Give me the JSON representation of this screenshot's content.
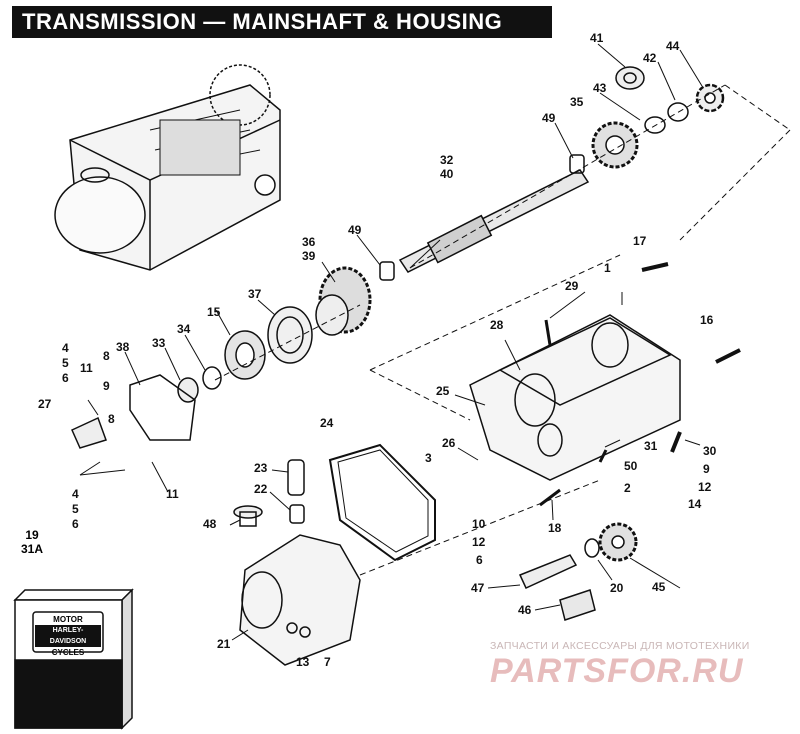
{
  "title": "TRANSMISSION — MAINSHAFT & HOUSING",
  "callouts": [
    {
      "id": "c41",
      "text": "41"
    },
    {
      "id": "c42",
      "text": "42"
    },
    {
      "id": "c44",
      "text": "44"
    },
    {
      "id": "c43",
      "text": "43"
    },
    {
      "id": "c35",
      "text": "35"
    },
    {
      "id": "c49a",
      "text": "49"
    },
    {
      "id": "c32",
      "text": "32"
    },
    {
      "id": "c40",
      "text": "40"
    },
    {
      "id": "c49b",
      "text": "49"
    },
    {
      "id": "c36",
      "text": "36"
    },
    {
      "id": "c39",
      "text": "39"
    },
    {
      "id": "c17",
      "text": "17"
    },
    {
      "id": "c1",
      "text": "1"
    },
    {
      "id": "c29",
      "text": "29"
    },
    {
      "id": "c37",
      "text": "37"
    },
    {
      "id": "c15",
      "text": "15"
    },
    {
      "id": "c34",
      "text": "34"
    },
    {
      "id": "c33",
      "text": "33"
    },
    {
      "id": "c38",
      "text": "38"
    },
    {
      "id": "c4a",
      "text": "4"
    },
    {
      "id": "c5a",
      "text": "5"
    },
    {
      "id": "c6a",
      "text": "6"
    },
    {
      "id": "c11a",
      "text": "11"
    },
    {
      "id": "c8a",
      "text": "8"
    },
    {
      "id": "c9a",
      "text": "9"
    },
    {
      "id": "c8b",
      "text": "8"
    },
    {
      "id": "c27",
      "text": "27"
    },
    {
      "id": "c28",
      "text": "28"
    },
    {
      "id": "c16",
      "text": "16"
    },
    {
      "id": "c25",
      "text": "25"
    },
    {
      "id": "c24",
      "text": "24"
    },
    {
      "id": "c26",
      "text": "26"
    },
    {
      "id": "c31",
      "text": "31"
    },
    {
      "id": "c30",
      "text": "30"
    },
    {
      "id": "c3",
      "text": "3"
    },
    {
      "id": "c50",
      "text": "50"
    },
    {
      "id": "c9b",
      "text": "9"
    },
    {
      "id": "c2",
      "text": "2"
    },
    {
      "id": "c12a",
      "text": "12"
    },
    {
      "id": "c14",
      "text": "14"
    },
    {
      "id": "c11b",
      "text": "11"
    },
    {
      "id": "c23",
      "text": "23"
    },
    {
      "id": "c22",
      "text": "22"
    },
    {
      "id": "c4b",
      "text": "4"
    },
    {
      "id": "c5b",
      "text": "5"
    },
    {
      "id": "c6b",
      "text": "6"
    },
    {
      "id": "c18",
      "text": "18"
    },
    {
      "id": "c10",
      "text": "10"
    },
    {
      "id": "c12b",
      "text": "12"
    },
    {
      "id": "c6c",
      "text": "6"
    },
    {
      "id": "c48",
      "text": "48"
    },
    {
      "id": "c45",
      "text": "45"
    },
    {
      "id": "c20",
      "text": "20"
    },
    {
      "id": "c47",
      "text": "47"
    },
    {
      "id": "c46",
      "text": "46"
    },
    {
      "id": "c21",
      "text": "21"
    },
    {
      "id": "c13",
      "text": "13"
    },
    {
      "id": "c7",
      "text": "7"
    },
    {
      "id": "c19",
      "text": "19"
    },
    {
      "id": "c31A",
      "text": "31A"
    }
  ],
  "box_logo": [
    "MOTOR",
    "HARLEY-DAVIDSON",
    "CYCLES"
  ],
  "watermark": {
    "line": "ЗАПЧАСТИ И АКСЕССУАРЫ ДЛЯ МОТОТЕХНИКИ",
    "logo": "PARTSFOR.RU"
  },
  "icons": {
    "gear": "gear-icon",
    "bearing": "bearing-icon",
    "bolt": "bolt-icon"
  }
}
